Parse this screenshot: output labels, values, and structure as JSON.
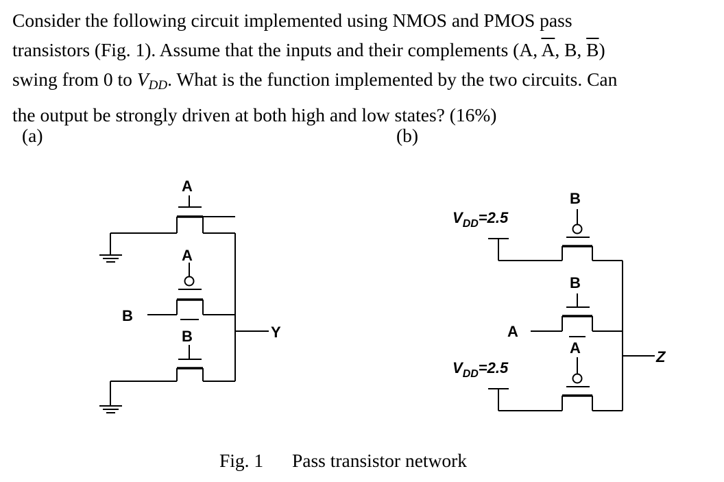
{
  "question": {
    "line1": "Consider the following circuit implemented using NMOS and PMOS pass",
    "line2_pre": "transistors (Fig. 1). Assume that the inputs and their complements (A, ",
    "line2_Abar": "A",
    "line2_mid": ", B, ",
    "line2_Bbar": "B",
    "line2_post": ")",
    "line3_pre": "swing from 0 to ",
    "line3_V": "V",
    "line3_sub": "DD",
    "line3_post": ". What is the function implemented by the two circuits. Can",
    "line4": "the output be strongly driven at both high and low states? (16%)"
  },
  "subfigures": {
    "a": "(a)",
    "b": "(b)"
  },
  "circuit_a": {
    "gate_top": "A",
    "gate_mid": "A",
    "gate_bot": "B",
    "input_left": "B",
    "output": "Y"
  },
  "circuit_b": {
    "vdd_top_v": "V",
    "vdd_top_sub": "DD",
    "vdd_top_val": "=2.5",
    "vdd_bot_v": "V",
    "vdd_bot_sub": "DD",
    "vdd_bot_val": "=2.5",
    "gate_top": "B",
    "gate_mid": "B",
    "gate_bot": "A",
    "input_left": "A",
    "output": "Z"
  },
  "caption": {
    "fig": "Fig. 1",
    "title": "Pass transistor network"
  }
}
